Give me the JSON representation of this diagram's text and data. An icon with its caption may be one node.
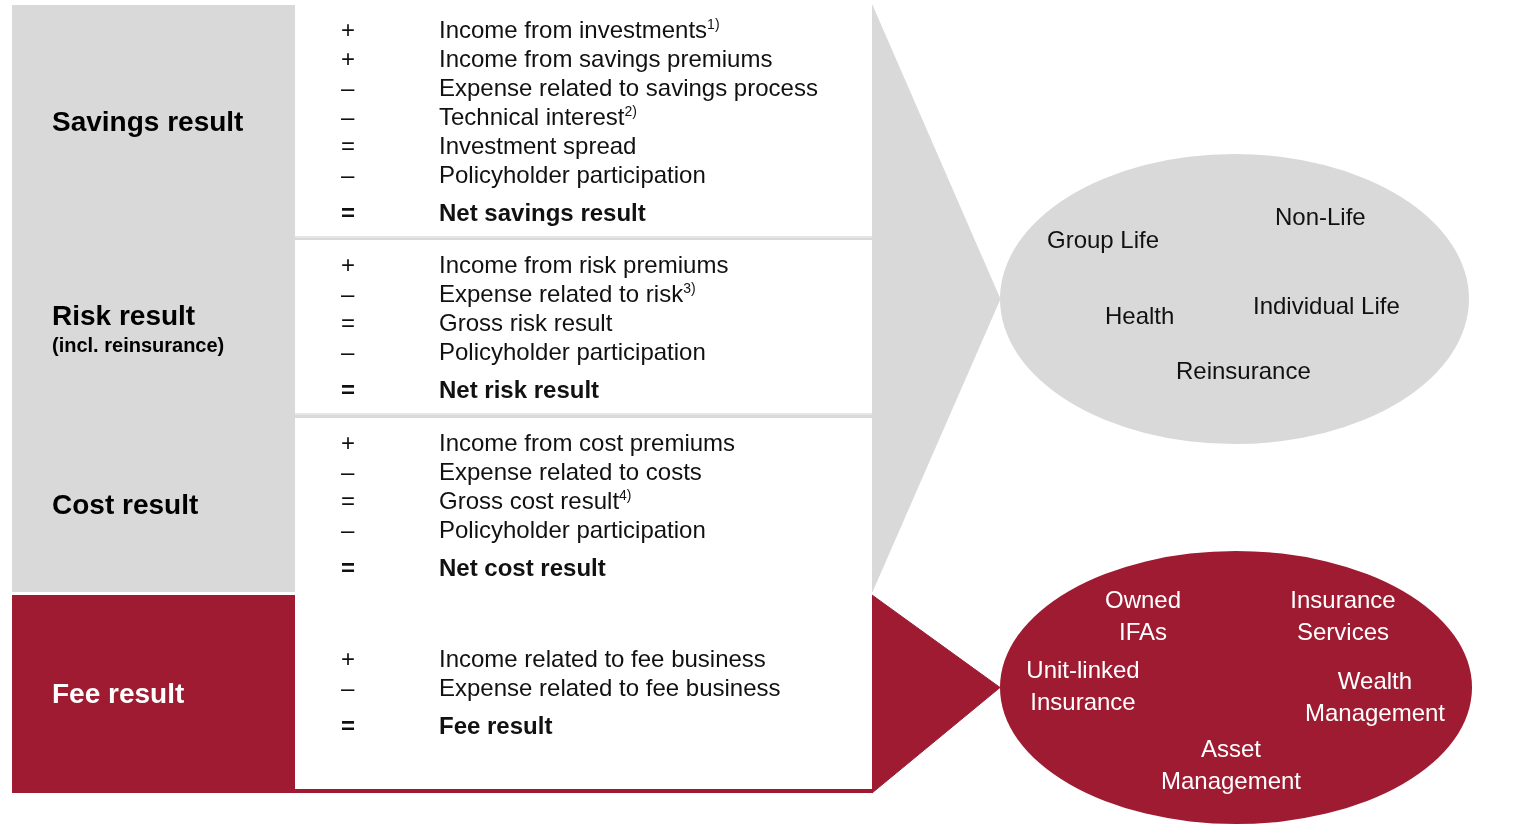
{
  "diagram": {
    "nodes": [
      {
        "text": [],
        "shape": "box"
      },
      {
        "text": [
          "Savings result"
        ],
        "in": 0
      },
      {
        "text": [
          "+",
          "Income from investments$^{1)}$",
          "+",
          "Income from savings premiums",
          "–",
          "Expense related to savings process",
          "–",
          "Technical interest$^{2)}$",
          "=",
          "Investment spread",
          "–",
          "Policyholder participation",
          "=",
          "Net savings result"
        ],
        "in": 0
      },
      {
        "text": [
          "Risk result",
          "(incl. reinsurance)"
        ],
        "in": 0
      },
      {
        "text": [
          "+",
          "Income from risk premiums",
          "–",
          "Expense related to risk$^{3)}$",
          "=",
          "Gross risk result",
          "–",
          "Policyholder participation",
          "=",
          "Net risk result"
        ],
        "in": 0
      },
      {
        "text": [
          "Cost result"
        ],
        "in": 0
      },
      {
        "text": [
          "+",
          "Income from cost premiums",
          "–",
          "Expense related to costs",
          "=",
          "Gross cost result$^{4)}$",
          "–",
          "Policyholder participation",
          "=",
          "Net cost result"
        ],
        "in": 0
      },
      {
        "text": [],
        "shape": "box"
      },
      {
        "text": [
          "Fee result"
        ],
        "in": 7
      },
      {
        "text": [
          "+",
          "Income related to fee business",
          "–",
          "Expense related to fee business",
          "=",
          "Fee result"
        ],
        "in": 7
      },
      {
        "text": [
          "Group Life",
          "Non-Life",
          "Health",
          "Individual Life",
          "Reinsurance"
        ]
      },
      {
        "text": [
          "Owned IFAs",
          "Insurance Services",
          "Unit-linked Insurance",
          "Wealth Management",
          "Asset Management"
        ]
      }
    ],
    "edges": [
      {
        "from": 0,
        "to": 10,
        "arrow": "to"
      },
      {
        "from": 7,
        "to": 11,
        "arrow": "to"
      }
    ]
  }
}
